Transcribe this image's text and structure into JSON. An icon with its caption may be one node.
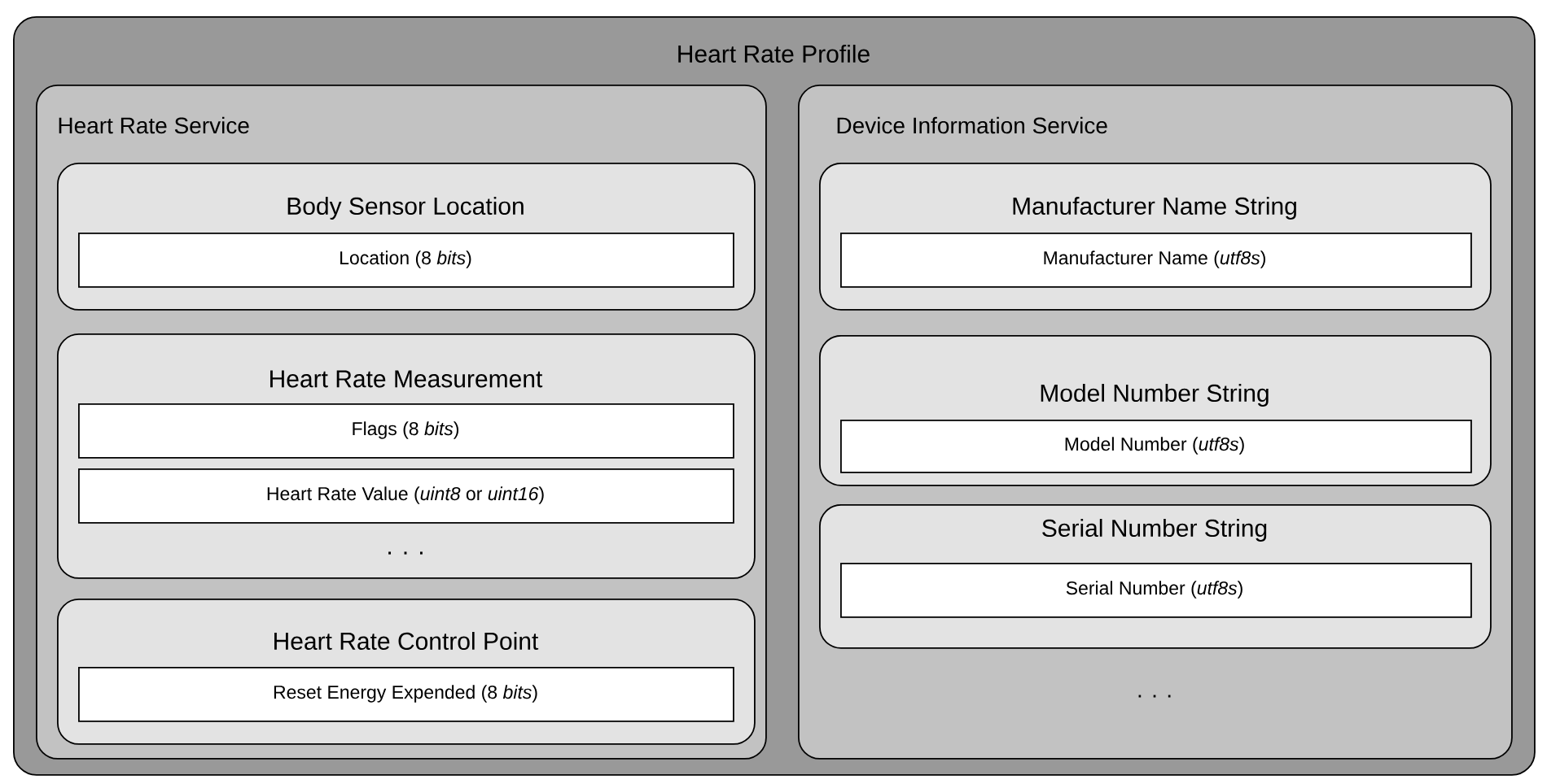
{
  "diagram": {
    "nodes": [
      {
        "text": [
          "Heart Rate Profile"
        ]
      },
      {
        "text": [
          "Heart Rate Service"
        ],
        "in": 0
      },
      {
        "text": [
          "Body Sensor Location"
        ],
        "in": 1
      },
      {
        "text": [
          "Location (8 *bits*)"
        ],
        "in": 2
      },
      {
        "text": [
          "Heart Rate Measurement",
          ". . ."
        ],
        "in": 1
      },
      {
        "text": [
          "Flags (8 *bits*)"
        ],
        "in": 4
      },
      {
        "text": [
          "Heart Rate Value (*uint8* or *uint16*)"
        ],
        "in": 4
      },
      {
        "text": [
          "Heart Rate Control Point"
        ],
        "in": 1
      },
      {
        "text": [
          "Reset Energy Expended (8 *bits*)"
        ],
        "in": 7
      },
      {
        "text": [
          "Device Information Service",
          ". . ."
        ],
        "in": 0
      },
      {
        "text": [
          "Manufacturer Name String"
        ],
        "in": 9
      },
      {
        "text": [
          "Manufacturer Name (*utf8s*)"
        ],
        "in": 10
      },
      {
        "text": [
          "Model Number String"
        ],
        "in": 9
      },
      {
        "text": [
          "Model Number (*utf8s*)"
        ],
        "in": 12
      },
      {
        "text": [
          "Serial Number String"
        ],
        "in": 9
      },
      {
        "text": [
          "Serial Number (*utf8s*)"
        ],
        "in": 14
      }
    ]
  }
}
